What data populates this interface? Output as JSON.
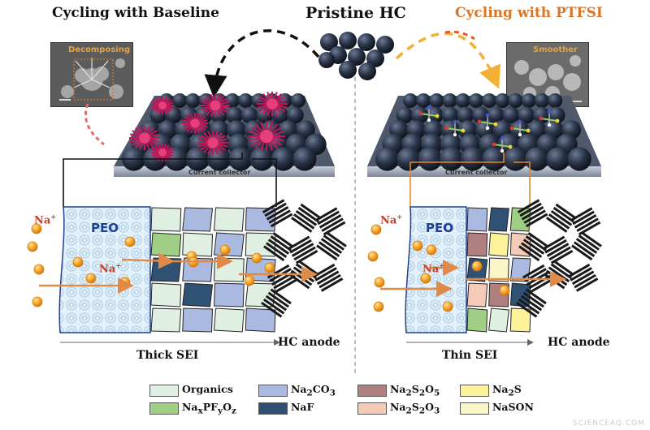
{
  "titles": {
    "left": "Cycling with Baseline",
    "center": "Pristine HC",
    "right": "Cycling with PTFSI"
  },
  "sem_labels": {
    "left": "Decomposing",
    "right": "Smoother"
  },
  "current_collector": "Current collector",
  "ion_label": "Na",
  "ion_charge": "+",
  "peo_label": "PEO",
  "bottom_labels": {
    "left_sei": "Thick SEI",
    "left_anode": "HC anode",
    "right_sei": "Thin SEI",
    "right_anode": "HC anode"
  },
  "legend": [
    {
      "label": "Organics",
      "color": "#dff0e2"
    },
    {
      "label": "Na2CO3",
      "color": "#a9b9e0"
    },
    {
      "label": "Na2S2O5",
      "color": "#b07f7f"
    },
    {
      "label": "Na2S",
      "color": "#fbf29a"
    },
    {
      "label": "NaxPFyOz",
      "color": "#9fce84"
    },
    {
      "label": "NaF",
      "color": "#2f5173"
    },
    {
      "label": "Na2S2O3",
      "color": "#f3cbb6"
    },
    {
      "label": "NaSON",
      "color": "#fbf6c8"
    }
  ],
  "watermark": "SCIENCEAQ.COM",
  "colors": {
    "accent_orange": "#d9762a",
    "peo_blue": "#1f3f8f",
    "ion_red": "#c4402a"
  }
}
